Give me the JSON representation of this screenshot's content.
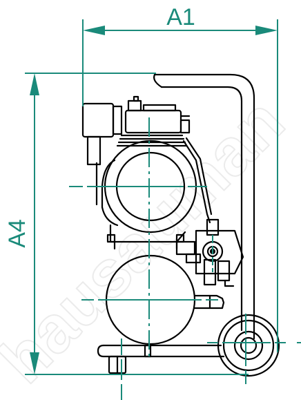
{
  "dimensions": {
    "width_label": "A1",
    "height_label": "A4"
  },
  "watermark": {
    "text": "hausauman"
  },
  "colors": {
    "dimension": "#1a8a7a",
    "outline": "#000000",
    "watermark": "#c8c8c8",
    "background": "#ffffff"
  }
}
